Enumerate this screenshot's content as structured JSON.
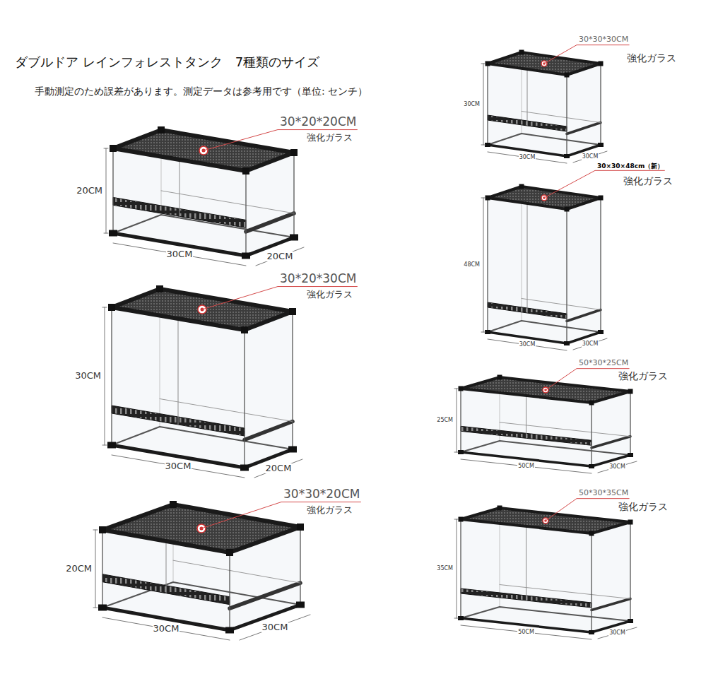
{
  "diagram": {
    "title": "ダブルドア レインフォレストタンク　7種類のサイズ",
    "caption": "手動測定のため誤差があります。測定データは参考用です（単位: センチ）",
    "labels": [
      "30*20*20CM",
      "強化ガラス",
      "20CM",
      "30CM",
      "20CM",
      "30*20*30CM",
      "強化ガラス",
      "30CM",
      "30CM",
      "20CM",
      "30*30*20CM",
      "強化ガラス",
      "20CM",
      "30CM",
      "30CM",
      "30*30*30CM",
      "強化ガラス",
      "30CM",
      "30CM",
      "30CM",
      "30×30×48cm（新）",
      "強化ガラス",
      "48CM",
      "30CM",
      "30CM",
      "50*30*25CM",
      "強化ガラス",
      "25CM",
      "50CM",
      "30CM",
      "50*30*35CM",
      "強化ガラス",
      "35CM",
      "50CM",
      "30CM"
    ]
  }
}
